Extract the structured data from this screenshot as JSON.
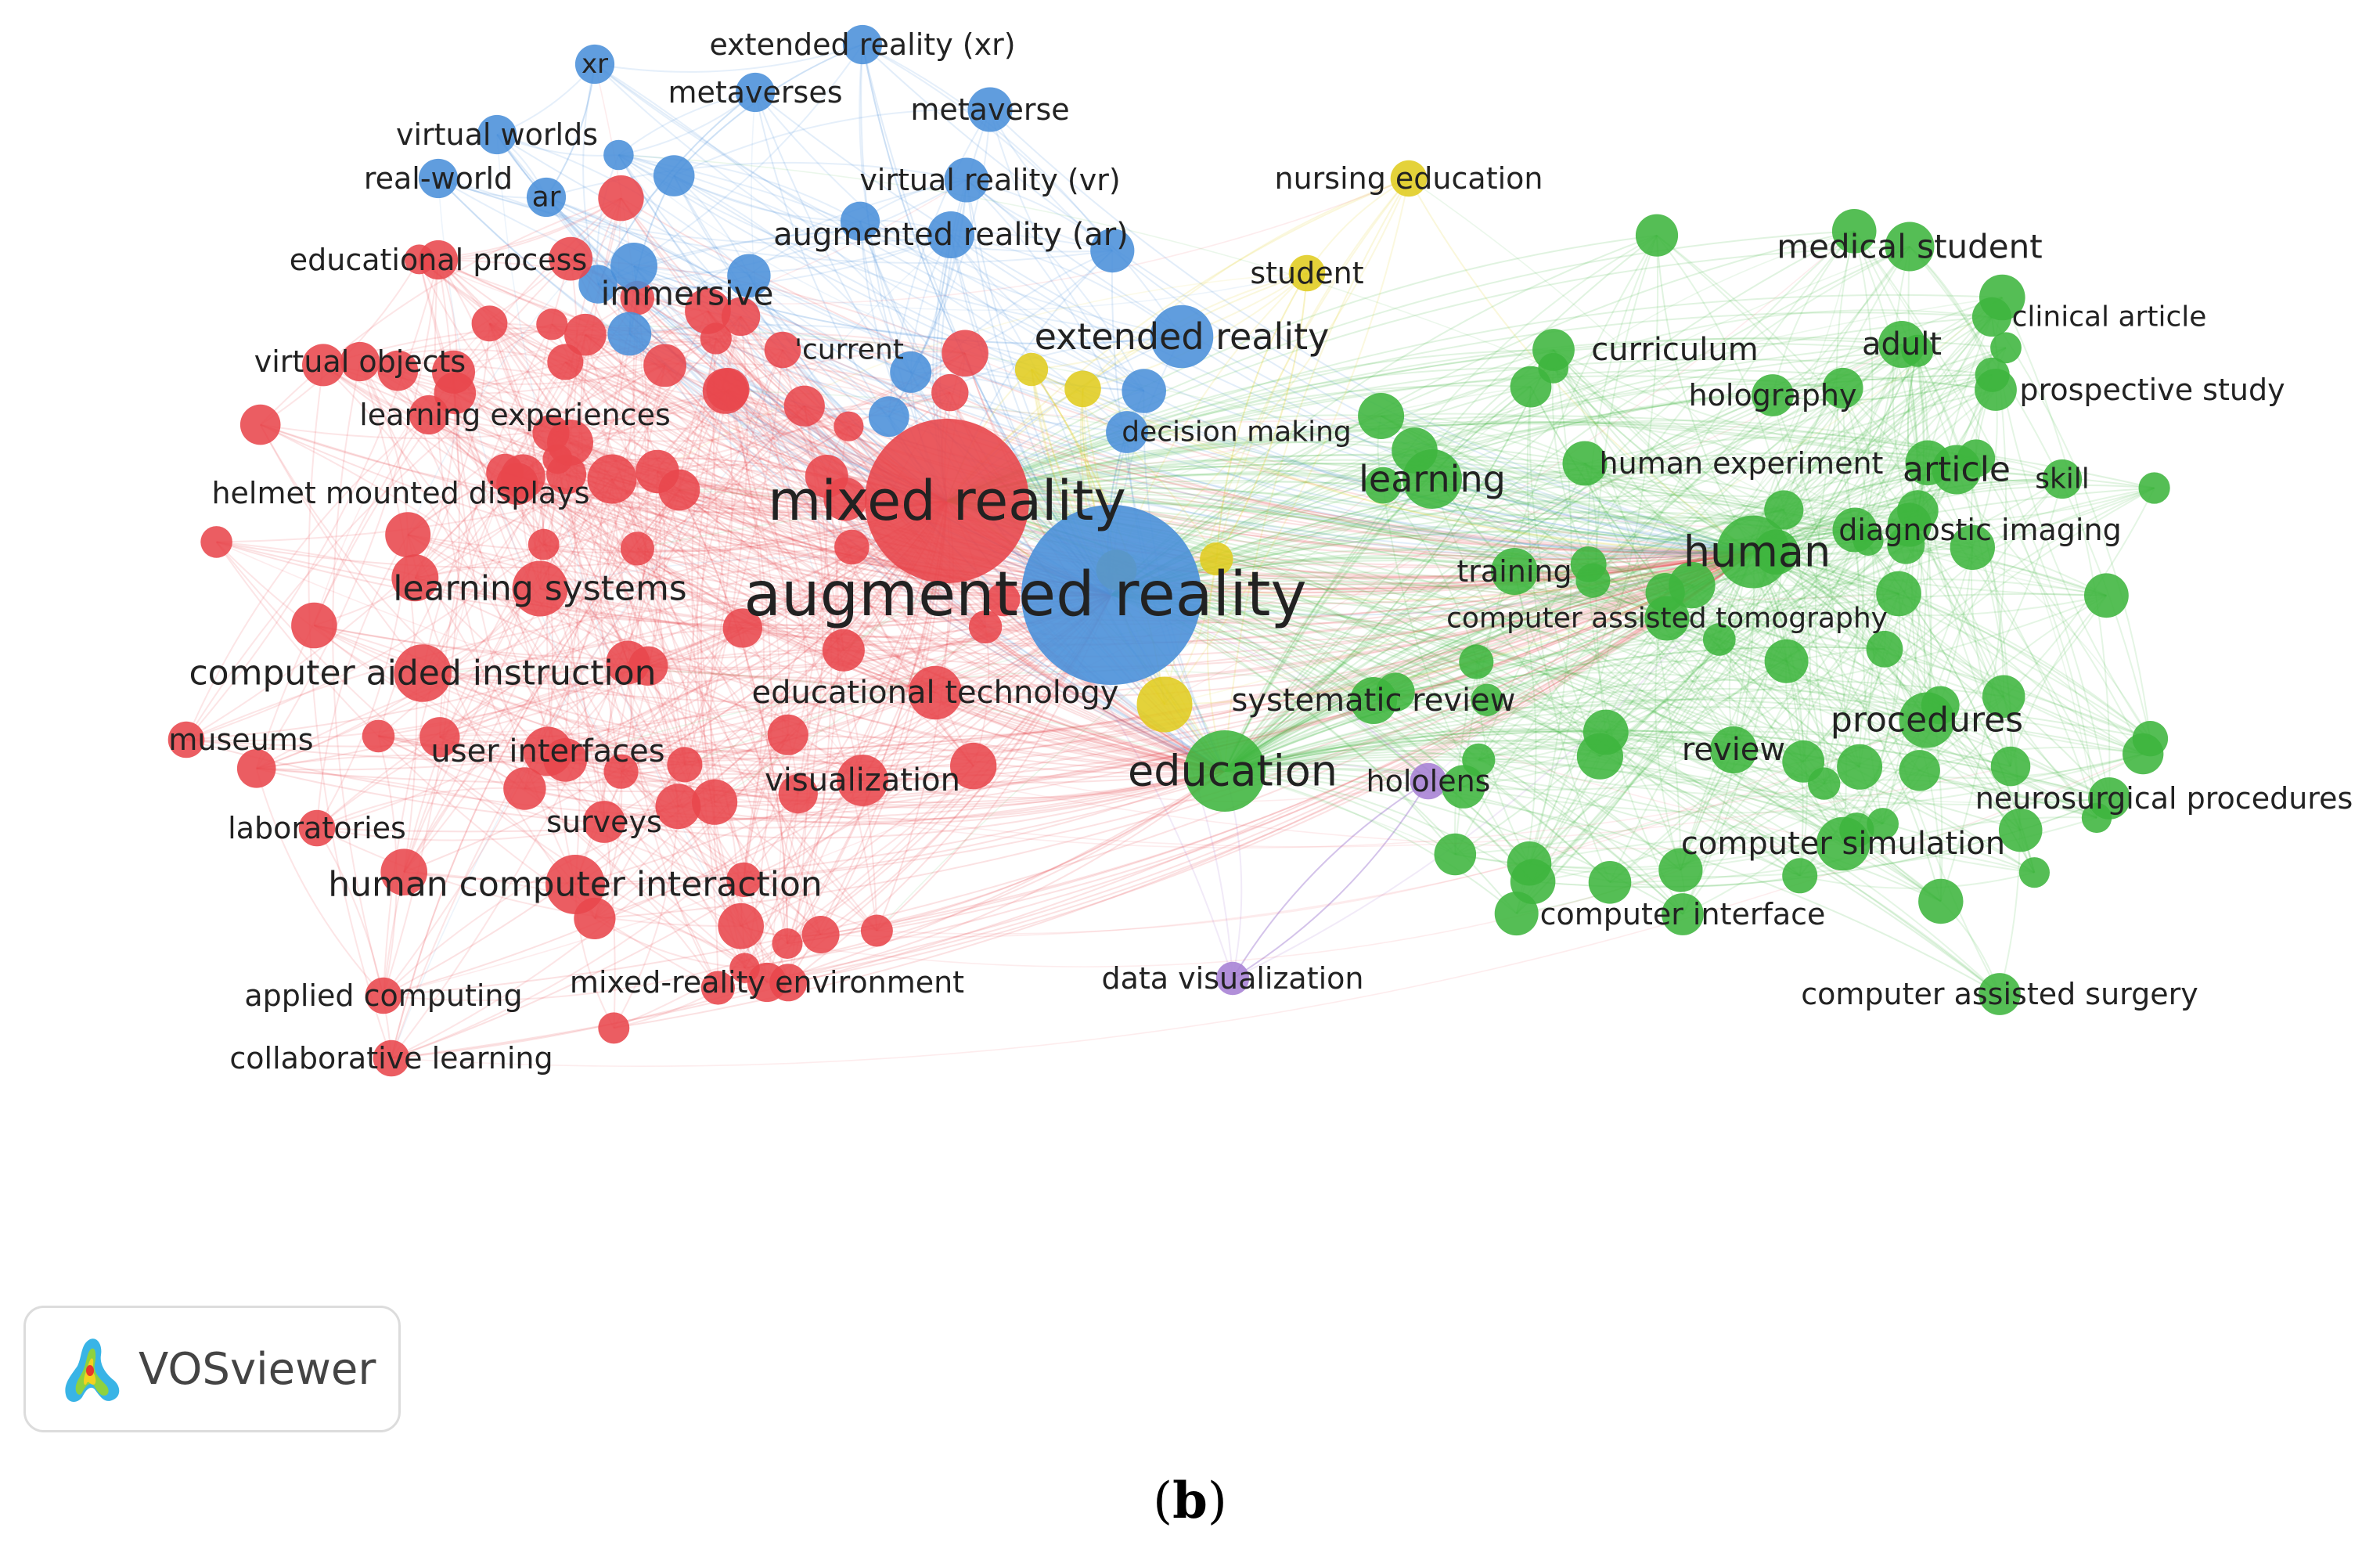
{
  "clusters": {
    "red": "#e8474c",
    "blue": "#4a90d9",
    "green": "#3db53d",
    "yellow": "#e0cc1f",
    "purple": "#a67fd4"
  },
  "nodes": [
    {
      "id": "augmented reality",
      "label": "augmented reality",
      "cluster": "blue",
      "weight": 100
    },
    {
      "id": "mixed reality",
      "label": "mixed reality",
      "cluster": "red",
      "weight": 75
    },
    {
      "id": "education",
      "label": "education",
      "cluster": "green",
      "weight": 30
    },
    {
      "id": "human",
      "label": "human",
      "cluster": "green",
      "weight": 24
    },
    {
      "id": "extended reality",
      "label": "extended reality",
      "cluster": "blue",
      "weight": 18
    },
    {
      "id": "learning",
      "label": "learning",
      "cluster": "green",
      "weight": 16
    },
    {
      "id": "procedures",
      "label": "procedures",
      "cluster": "green",
      "weight": 14
    },
    {
      "id": "computer simulation",
      "label": "computer simulation",
      "cluster": "green",
      "weight": 13
    },
    {
      "id": "human computer interaction",
      "label": "human computer interaction",
      "cluster": "red",
      "weight": 16
    },
    {
      "id": "computer aided instruction",
      "label": "computer aided instruction",
      "cluster": "red",
      "weight": 15
    },
    {
      "id": "learning systems",
      "label": "learning systems",
      "cluster": "red",
      "weight": 14
    },
    {
      "id": "educational technology",
      "label": "educational technology",
      "cluster": "red",
      "weight": 13
    },
    {
      "id": "visualization",
      "label": "visualization",
      "cluster": "red",
      "weight": 12
    },
    {
      "id": "user interfaces",
      "label": "user interfaces",
      "cluster": "red",
      "weight": 11
    },
    {
      "id": "helmet mounted displays",
      "label": "helmet mounted displays",
      "cluster": "red",
      "weight": 11
    },
    {
      "id": "medical student",
      "label": "medical student",
      "cluster": "green",
      "weight": 11
    },
    {
      "id": "adult",
      "label": "adult",
      "cluster": "green",
      "weight": 10
    },
    {
      "id": "article",
      "label": "article",
      "cluster": "green",
      "weight": 11
    },
    {
      "id": "training",
      "label": "training",
      "cluster": "green",
      "weight": 10
    },
    {
      "id": "systematic review",
      "label": "systematic review",
      "cluster": "green",
      "weight": 10
    },
    {
      "id": "review",
      "label": "review",
      "cluster": "green",
      "weight": 10
    },
    {
      "id": "immersive",
      "label": "immersive",
      "cluster": "blue",
      "weight": 10
    },
    {
      "id": "augmented reality (ar)",
      "label": "augmented reality (ar)",
      "cluster": "blue",
      "weight": 10
    },
    {
      "id": "virtual reality (vr)",
      "label": "virtual reality (vr)",
      "cluster": "blue",
      "weight": 9
    },
    {
      "id": "metaverse",
      "label": "metaverse",
      "cluster": "blue",
      "weight": 9
    },
    {
      "id": "metaverses",
      "label": "metaverses",
      "cluster": "blue",
      "weight": 7
    },
    {
      "id": "extended reality (xr)",
      "label": "extended reality (xr)",
      "cluster": "blue",
      "weight": 7
    },
    {
      "id": "xr",
      "label": "xr",
      "cluster": "blue",
      "weight": 7
    },
    {
      "id": "ar",
      "label": "ar",
      "cluster": "blue",
      "weight": 7
    },
    {
      "id": "virtual worlds",
      "label": "virtual worlds",
      "cluster": "blue",
      "weight": 7
    },
    {
      "id": "real-world",
      "label": "real-world",
      "cluster": "blue",
      "weight": 7
    },
    {
      "id": "decision making",
      "label": "decision making",
      "cluster": "blue",
      "weight": 8
    },
    {
      "id": "human experiment",
      "label": "human experiment",
      "cluster": "green",
      "weight": 9
    },
    {
      "id": "diagnostic imaging",
      "label": "diagnostic imaging",
      "cluster": "green",
      "weight": 9
    },
    {
      "id": "computer assisted tomography",
      "label": "computer assisted tomography",
      "cluster": "green",
      "weight": 9
    },
    {
      "id": "computer interface",
      "label": "computer interface",
      "cluster": "green",
      "weight": 8
    },
    {
      "id": "computer assisted surgery",
      "label": "computer assisted surgery",
      "cluster": "green",
      "weight": 8
    },
    {
      "id": "neurosurgical procedures",
      "label": "neurosurgical procedures",
      "cluster": "green",
      "weight": 8
    },
    {
      "id": "curriculum",
      "label": "curriculum",
      "cluster": "green",
      "weight": 8
    },
    {
      "id": "holography",
      "label": "holography",
      "cluster": "green",
      "weight": 8
    },
    {
      "id": "clinical article",
      "label": "clinical article",
      "cluster": "green",
      "weight": 7
    },
    {
      "id": "prospective study",
      "label": "prospective study",
      "cluster": "green",
      "weight": 8
    },
    {
      "id": "skill",
      "label": "skill",
      "cluster": "green",
      "weight": 7
    },
    {
      "id": "nursing education",
      "label": "nursing education",
      "cluster": "yellow",
      "weight": 6
    },
    {
      "id": "student",
      "label": "student",
      "cluster": "yellow",
      "weight": 6
    },
    {
      "id": "hololens",
      "label": "hololens",
      "cluster": "purple",
      "weight": 6
    },
    {
      "id": "data visualization",
      "label": "data visualization",
      "cluster": "purple",
      "weight": 5
    },
    {
      "id": "educational process",
      "label": "educational process",
      "cluster": "red",
      "weight": 7
    },
    {
      "id": "virtual objects",
      "label": "virtual objects",
      "cluster": "red",
      "weight": 7
    },
    {
      "id": "learning experiences",
      "label": "learning experiences",
      "cluster": "red",
      "weight": 7
    },
    {
      "id": "current",
      "label": "'current",
      "cluster": "red",
      "weight": 6
    },
    {
      "id": "museums",
      "label": "museums",
      "cluster": "red",
      "weight": 6
    },
    {
      "id": "laboratories",
      "label": "laboratories",
      "cluster": "red",
      "weight": 6
    },
    {
      "id": "surveys",
      "label": "surveys",
      "cluster": "red",
      "weight": 8
    },
    {
      "id": "applied computing",
      "label": "applied computing",
      "cluster": "red",
      "weight": 6
    },
    {
      "id": "mixed-reality environment",
      "label": "mixed-reality environment",
      "cluster": "red",
      "weight": 7
    },
    {
      "id": "collaborative learning",
      "label": "collaborative learning",
      "cluster": "red",
      "weight": 6
    }
  ],
  "logo": {
    "text": "VOSviewer"
  },
  "caption": {
    "open": "(",
    "letter": "b",
    "close": ")"
  }
}
